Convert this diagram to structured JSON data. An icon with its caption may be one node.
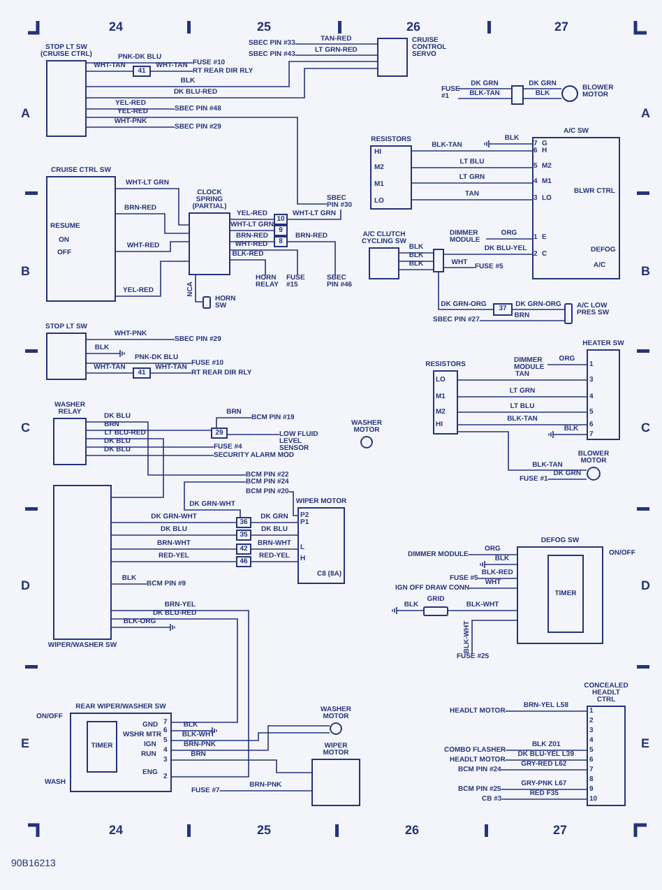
{
  "diagram": {
    "nodes": [
      {
        "text": [
          "STOP LT SW (CRUISE CTRL)"
        ]
      },
      {
        "text": [
          "FUSE #10"
        ]
      },
      {
        "text": [
          "41"
        ]
      },
      {
        "text": [
          "RT REAR DIR RLY"
        ]
      },
      {
        "text": [
          "SBEC PIN #48"
        ]
      },
      {
        "text": [
          "SBEC PIN #29"
        ]
      },
      {
        "text": [
          "SBEC PIN #33"
        ]
      },
      {
        "text": [
          "SBEC PIN #43"
        ]
      },
      {
        "text": [
          "CRUISE CONTROL SERVO"
        ]
      },
      {
        "text": [
          "FUSE #1"
        ]
      },
      {
        "text": [],
        "shape": "box"
      },
      {
        "text": [
          "BLOWER MOTOR"
        ]
      },
      {
        "text": [
          "RESISTORS",
          "HI",
          "M2",
          "M1",
          "LO"
        ]
      },
      {
        "text": [
          "A/C SW",
          "7",
          "6",
          "5",
          "4",
          "3",
          "1",
          "2",
          "G",
          "H",
          "M2",
          "M1",
          "LO",
          "E",
          "C",
          "BLWR CTRL",
          "DEFOG",
          "A/C"
        ]
      },
      {
        "text": [
          "DIMMER MODULE"
        ]
      },
      {
        "text": [
          "A/C CLUTCH CYCLING SW"
        ]
      },
      {
        "text": [],
        "shape": "box"
      },
      {
        "text": [
          "FUSE #5"
        ]
      },
      {
        "text": [
          "37"
        ]
      },
      {
        "text": [
          "A/C LOW PRES SW"
        ]
      },
      {
        "text": [
          "SBEC PIN #27"
        ]
      },
      {
        "text": [
          "CRUISE CTRL SW",
          "RESUME",
          "ON",
          "OFF"
        ]
      },
      {
        "text": [
          "CLOCK SPRING (PARTIAL)"
        ]
      },
      {
        "text": [
          "10"
        ]
      },
      {
        "text": [
          "9"
        ]
      },
      {
        "text": [
          "8"
        ]
      },
      {
        "text": [
          "SBEC PIN #30"
        ]
      },
      {
        "text": [
          "HORN RELAY"
        ]
      },
      {
        "text": [
          "FUSE #15"
        ]
      },
      {
        "text": [
          "SBEC PIN #46"
        ]
      },
      {
        "text": [
          "HORN SW"
        ]
      },
      {
        "text": [
          "STOP LT SW"
        ]
      },
      {
        "text": [
          "SBEC PIN #29"
        ]
      },
      {
        "text": [
          "FUSE #10"
        ]
      },
      {
        "text": [
          "41"
        ]
      },
      {
        "text": [
          "RT REAR DIR RLY"
        ]
      },
      {
        "text": [
          "WASHER RELAY"
        ]
      },
      {
        "text": [
          "BCM PIN #19"
        ]
      },
      {
        "text": [
          "29"
        ]
      },
      {
        "text": [
          "LOW FLUID LEVEL SENSOR"
        ]
      },
      {
        "text": [
          "FUSE #4"
        ]
      },
      {
        "text": [
          "SECURITY ALARM MOD"
        ]
      },
      {
        "text": [
          "BCM PIN #22"
        ]
      },
      {
        "text": [
          "BCM PIN #24"
        ]
      },
      {
        "text": [
          "BCM PIN #20"
        ]
      },
      {
        "text": [
          "WASHER MOTOR"
        ]
      },
      {
        "text": [
          "WIPER/WASHER SW"
        ]
      },
      {
        "text": [
          "36"
        ]
      },
      {
        "text": [
          "35"
        ]
      },
      {
        "text": [
          "42"
        ]
      },
      {
        "text": [
          "46"
        ]
      },
      {
        "text": [
          "WIPER MOTOR",
          "P2",
          "P1",
          "L",
          "H",
          "C8 (8A)"
        ]
      },
      {
        "text": [
          "BCM PIN #9"
        ]
      },
      {
        "text": [
          "REAR WIPER/WASHER SW",
          "7",
          "6",
          "5",
          "4",
          "3",
          "2",
          "GND",
          "WSHR MTR",
          "IGN",
          "RUN",
          "ENG"
        ]
      },
      {
        "text": [
          "TIMER"
        ],
        "in": 53
      },
      {
        "text": [
          "FUSE #7"
        ]
      },
      {
        "text": [
          "WASHER MOTOR"
        ]
      },
      {
        "text": [
          "WIPER MOTOR"
        ]
      },
      {
        "text": [
          "HEATER SW",
          "1",
          "3",
          "4",
          "5",
          "6",
          "7"
        ]
      },
      {
        "text": [
          "DIMMER MODULE"
        ]
      },
      {
        "text": [
          "RESISTORS",
          "LO",
          "M1",
          "M2",
          "HI"
        ]
      },
      {
        "text": [
          "BLOWER MOTOR"
        ]
      },
      {
        "text": [
          "FUSE #1"
        ]
      },
      {
        "text": [
          "DEFOG SW"
        ]
      },
      {
        "text": [
          "TIMER"
        ],
        "in": 63
      },
      {
        "text": [
          "DIMMER MODULE"
        ]
      },
      {
        "text": [
          "FUSE #5"
        ]
      },
      {
        "text": [
          "IGN OFF DRAW CONN"
        ]
      },
      {
        "text": [
          "GRID"
        ]
      },
      {
        "text": [
          "FUSE #25"
        ]
      },
      {
        "text": [
          "CONCEALED HEADLT CTRL",
          "1",
          "2",
          "3",
          "4",
          "5",
          "6",
          "7",
          "8",
          "9",
          "10"
        ]
      },
      {
        "text": [
          "HEADLT MOTOR"
        ]
      },
      {
        "text": [
          "COMBO FLASHER"
        ]
      },
      {
        "text": [
          "HEADLT MOTOR"
        ]
      },
      {
        "text": [
          "BCM PIN #24"
        ]
      },
      {
        "text": [
          "BCM PIN #25"
        ]
      },
      {
        "text": [
          "CB #3"
        ]
      },
      {
        "text": [],
        "shape": "ground"
      },
      {
        "text": [],
        "shape": "ground"
      },
      {
        "text": [],
        "shape": "ground"
      },
      {
        "text": [],
        "shape": "ground"
      },
      {
        "text": [],
        "shape": "ground"
      },
      {
        "text": [],
        "shape": "ground"
      },
      {
        "text": [],
        "shape": "ground"
      }
    ],
    "edges": [
      {
        "from": 0,
        "to": 1,
        "arrow": "none",
        "label": "PNK-DK BLU"
      },
      {
        "from": 0,
        "to": 2,
        "arrow": "none",
        "label": "WHT-TAN"
      },
      {
        "from": 2,
        "to": 3,
        "arrow": "none",
        "label": "WHT-TAN"
      },
      {
        "from": 0,
        "to": 8,
        "arrow": "none",
        "label": "BLK"
      },
      {
        "from": 0,
        "to": 8,
        "arrow": "none",
        "label": "DK BLU-RED"
      },
      {
        "from": 0,
        "to": 4,
        "arrow": "none",
        "label": "YEL-RED"
      },
      {
        "from": 0,
        "to": 26,
        "arrow": "none",
        "label": "YEL-RED"
      },
      {
        "from": 0,
        "to": 5,
        "arrow": "none",
        "label": "WHT-PNK"
      },
      {
        "from": 6,
        "to": 8,
        "arrow": "none",
        "label": "TAN-RED"
      },
      {
        "from": 7,
        "to": 8,
        "arrow": "none",
        "label": "LT GRN-RED"
      },
      {
        "from": 9,
        "to": 10,
        "arrow": "none",
        "label": "DK GRN"
      },
      {
        "from": 9,
        "to": 10,
        "arrow": "none",
        "label": "BLK-TAN"
      },
      {
        "from": 10,
        "to": 11,
        "arrow": "none",
        "label": "DK GRN"
      },
      {
        "from": 10,
        "to": 11,
        "arrow": "none",
        "label": "BLK"
      },
      {
        "from": 12,
        "to": 13,
        "arrow": "none",
        "label": "BLK-TAN"
      },
      {
        "from": 12,
        "to": 13,
        "arrow": "none",
        "label": "LT BLU"
      },
      {
        "from": 12,
        "to": 13,
        "arrow": "none",
        "label": "LT GRN"
      },
      {
        "from": 12,
        "to": 13,
        "arrow": "none",
        "label": "TAN"
      },
      {
        "from": 14,
        "to": 13,
        "arrow": "none",
        "label": "ORG"
      },
      {
        "from": 15,
        "to": 16,
        "arrow": "none",
        "label": "BLK"
      },
      {
        "from": 15,
        "to": 16,
        "arrow": "none",
        "label": "BLK"
      },
      {
        "from": 15,
        "to": 16,
        "arrow": "none",
        "label": "BLK"
      },
      {
        "from": 16,
        "to": 17,
        "arrow": "none",
        "label": "WHT"
      },
      {
        "from": 16,
        "to": 13,
        "arrow": "none",
        "label": "DK BLU-YEL"
      },
      {
        "from": 16,
        "to": 18,
        "arrow": "none",
        "label": "DK GRN-ORG"
      },
      {
        "from": 18,
        "to": 19,
        "arrow": "none",
        "label": "DK GRN-ORG"
      },
      {
        "from": 20,
        "to": 19,
        "arrow": "none",
        "label": "BRN"
      },
      {
        "from": 21,
        "to": 22,
        "arrow": "none",
        "label": "WHT-LT GRN"
      },
      {
        "from": 21,
        "to": 22,
        "arrow": "none",
        "label": "BRN-RED"
      },
      {
        "from": 21,
        "to": 22,
        "arrow": "none",
        "label": "WHT-RED"
      },
      {
        "from": 22,
        "to": 23,
        "arrow": "none",
        "label": "YEL-RED"
      },
      {
        "from": 22,
        "to": 24,
        "arrow": "none",
        "label": "WHT-LT GRN"
      },
      {
        "from": 22,
        "to": 25,
        "arrow": "none",
        "label": "BRN-RED"
      },
      {
        "from": 22,
        "to": 28,
        "arrow": "none",
        "label": "WHT-RED"
      },
      {
        "from": 22,
        "to": 27,
        "arrow": "none",
        "label": "BLK-RED"
      },
      {
        "from": 23,
        "to": 26,
        "arrow": "none",
        "label": "WHT-LT GRN"
      },
      {
        "from": 25,
        "to": 29,
        "arrow": "none",
        "label": "BRN-RED"
      },
      {
        "from": 22,
        "to": 30,
        "arrow": "none",
        "label": "NCA"
      },
      {
        "from": 21,
        "to": 22,
        "arrow": "none",
        "label": "YEL-RED"
      },
      {
        "from": 31,
        "to": 32,
        "arrow": "none",
        "label": "WHT-PNK"
      },
      {
        "from": 31,
        "to": 77,
        "arrow": "none",
        "label": "BLK"
      },
      {
        "from": 31,
        "to": 33,
        "arrow": "none",
        "label": "PNK-DK BLU"
      },
      {
        "from": 31,
        "to": 34,
        "arrow": "none",
        "label": "WHT-TAN"
      },
      {
        "from": 34,
        "to": 35,
        "arrow": "none",
        "label": "WHT-TAN"
      },
      {
        "from": 36,
        "to": 38,
        "arrow": "none",
        "label": "BRN"
      },
      {
        "from": 37,
        "to": 38,
        "arrow": "none",
        "label": "BRN"
      },
      {
        "from": 38,
        "to": 39,
        "arrow": "none"
      },
      {
        "from": 36,
        "to": 46,
        "arrow": "none",
        "label": "LT BLU-RED"
      },
      {
        "from": 36,
        "to": 40,
        "arrow": "none",
        "label": "DK BLU"
      },
      {
        "from": 36,
        "to": 41,
        "arrow": "none",
        "label": "DK BLU"
      },
      {
        "from": 36,
        "to": 42,
        "arrow": "none",
        "label": "DK BLU"
      },
      {
        "from": 46,
        "to": 47,
        "arrow": "none",
        "label": "DK GRN-WHT"
      },
      {
        "from": 46,
        "to": 48,
        "arrow": "none",
        "label": "DK BLU"
      },
      {
        "from": 47,
        "to": 51,
        "arrow": "none",
        "label": "DK GRN"
      },
      {
        "from": 48,
        "to": 51,
        "arrow": "none",
        "label": "DK BLU"
      },
      {
        "from": 46,
        "to": 49,
        "arrow": "none",
        "label": "BRN-WHT"
      },
      {
        "from": 46,
        "to": 50,
        "arrow": "none",
        "label": "RED-YEL"
      },
      {
        "from": 49,
        "to": 51,
        "arrow": "none",
        "label": "BRN-WHT"
      },
      {
        "from": 50,
        "to": 51,
        "arrow": "none",
        "label": "RED-YEL"
      },
      {
        "from": 43,
        "to": 47,
        "arrow": "none",
        "label": "DK GRN-WHT"
      },
      {
        "from": 44,
        "to": 51,
        "arrow": "none"
      },
      {
        "from": 46,
        "to": 52,
        "arrow": "none",
        "label": "BLK"
      },
      {
        "from": 46,
        "to": 53,
        "arrow": "none",
        "label": "BRN-YEL"
      },
      {
        "from": 46,
        "to": 53,
        "arrow": "none",
        "label": "DK BLU-RED"
      },
      {
        "from": 46,
        "to": 82,
        "arrow": "none",
        "label": "BLK-ORG"
      },
      {
        "from": 53,
        "to": 83,
        "arrow": "none",
        "label": "BLK"
      },
      {
        "from": 53,
        "to": 56,
        "arrow": "none",
        "label": "BLK-WHT"
      },
      {
        "from": 53,
        "to": 56,
        "arrow": "none",
        "label": "BRN-PNK"
      },
      {
        "from": 53,
        "to": 57,
        "arrow": "none",
        "label": "BRN"
      },
      {
        "from": 55,
        "to": 57,
        "arrow": "none",
        "label": "BRN-PNK"
      },
      {
        "from": 59,
        "to": 58,
        "arrow": "none",
        "label": "ORG"
      },
      {
        "from": 60,
        "to": 58,
        "arrow": "none",
        "label": "TAN"
      },
      {
        "from": 60,
        "to": 58,
        "arrow": "none",
        "label": "LT GRN"
      },
      {
        "from": 60,
        "to": 58,
        "arrow": "none",
        "label": "LT BLU"
      },
      {
        "from": 60,
        "to": 58,
        "arrow": "none",
        "label": "BLK-TAN"
      },
      {
        "from": 58,
        "to": 78,
        "arrow": "none",
        "label": "BLK"
      },
      {
        "from": 60,
        "to": 61,
        "arrow": "none",
        "label": "BLK-TAN"
      },
      {
        "from": 62,
        "to": 61,
        "arrow": "none",
        "label": "DK GRN"
      },
      {
        "from": 65,
        "to": 63,
        "arrow": "none",
        "label": "ORG"
      },
      {
        "from": 63,
        "to": 79,
        "arrow": "none",
        "label": "BLK"
      },
      {
        "from": 66,
        "to": 63,
        "arrow": "none",
        "label": "BLK-RED"
      },
      {
        "from": 67,
        "to": 63,
        "arrow": "none",
        "label": "WHT"
      },
      {
        "from": 68,
        "to": 63,
        "arrow": "none",
        "label": "BLK-WHT"
      },
      {
        "from": 80,
        "to": 68,
        "arrow": "none",
        "label": "BLK"
      },
      {
        "from": 69,
        "to": 63,
        "arrow": "none",
        "label": "BLK-WHT"
      },
      {
        "from": 71,
        "to": 70,
        "arrow": "none",
        "label": "BRN-YEL L58"
      },
      {
        "from": 72,
        "to": 70,
        "arrow": "none",
        "label": "BLK Z01"
      },
      {
        "from": 73,
        "to": 70,
        "arrow": "none",
        "label": "DK BLU-YEL L39"
      },
      {
        "from": 74,
        "to": 70,
        "arrow": "none",
        "label": "GRY-RED L62"
      },
      {
        "from": 75,
        "to": 70,
        "arrow": "none",
        "label": "GRY-PNK L67"
      },
      {
        "from": 76,
        "to": 70,
        "arrow": "none",
        "label": "RED F35"
      },
      {
        "from": 13,
        "to": 81,
        "arrow": "none",
        "label": "BLK"
      }
    ],
    "labels": [
      "24",
      "25",
      "26",
      "27",
      "A",
      "B",
      "C",
      "D",
      "E",
      "A",
      "B",
      "C",
      "D",
      "E",
      "24",
      "25",
      "26",
      "27",
      "90B16213",
      "ON/OFF",
      "WASH",
      "ON/OFF"
    ]
  }
}
